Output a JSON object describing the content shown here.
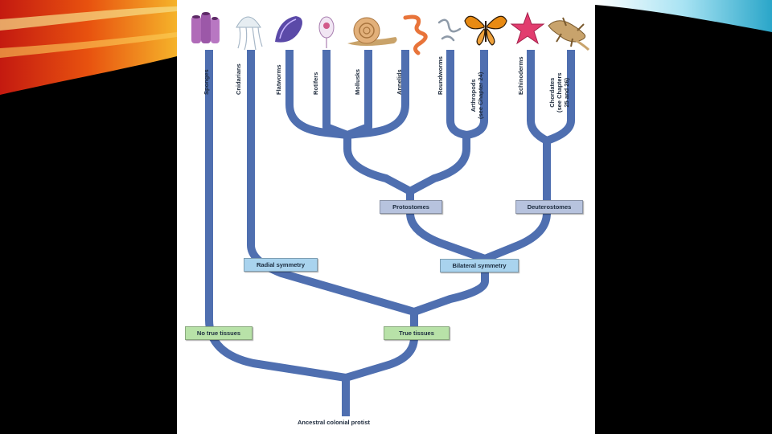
{
  "diagram": {
    "taxa": [
      {
        "name": "Sponges",
        "icon": "sponge-icon"
      },
      {
        "name": "Cnidarians",
        "icon": "jellyfish-icon"
      },
      {
        "name": "Flatworms",
        "icon": "flatworm-icon"
      },
      {
        "name": "Rotifers",
        "icon": "rotifer-icon"
      },
      {
        "name": "Mollusks",
        "icon": "snail-icon"
      },
      {
        "name": "Annelids",
        "icon": "annelid-worm-icon"
      },
      {
        "name": "Roundworms",
        "icon": "roundworm-icon"
      },
      {
        "name": "Arthropods\n(see Chapter 24)",
        "icon": "butterfly-icon"
      },
      {
        "name": "Echinoderms",
        "icon": "sea-star-icon"
      },
      {
        "name": "Chordates\n(see Chapters\n25 and 26)",
        "icon": "lizard-icon"
      }
    ],
    "nodes": {
      "protostomes": "Protostomes",
      "deuterostomes": "Deuterostomes",
      "radial_symmetry": "Radial symmetry",
      "bilateral_symmetry": "Bilateral symmetry",
      "no_true_tissues": "No true tissues",
      "true_tissues": "True tissues",
      "root": "Ancestral colonial protist"
    },
    "colors": {
      "branch": "#4f6fb0",
      "green_box": "#b8e2a8",
      "blue_box": "#a9d3ee",
      "lavender_box": "#b7c3de",
      "background": "#000000",
      "panel": "#ffffff"
    }
  }
}
